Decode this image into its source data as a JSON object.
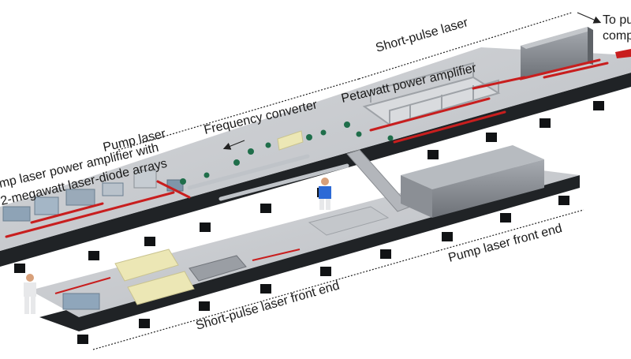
{
  "labels": {
    "short_pulse_laser": "Short-pulse laser",
    "to_pulse_compressor_line1": "To pu",
    "to_pulse_compressor_line2": "comp",
    "petawatt_power_amplifier": "Petawatt power amplifier",
    "frequency_converter": "Frequency converter",
    "pump_laser": "Pump laser",
    "pump_laser_power_amplifier_line1": "mp laser power amplifier with",
    "pump_laser_power_amplifier_line2": "2-megawatt laser-diode arrays",
    "pump_laser_front_end": "Pump laser front end",
    "short_pulse_laser_front_end": "Short-pulse laser front end"
  },
  "colors": {
    "beam": "#c81e1e",
    "table_top": "#c9ccd0",
    "table_side": "#202326",
    "leg": "#111315",
    "enclosure": "#8c9096",
    "crate": "#ece7b5",
    "optic_green": "#1f6e4a",
    "person_shirt": "#2d6ad6"
  }
}
